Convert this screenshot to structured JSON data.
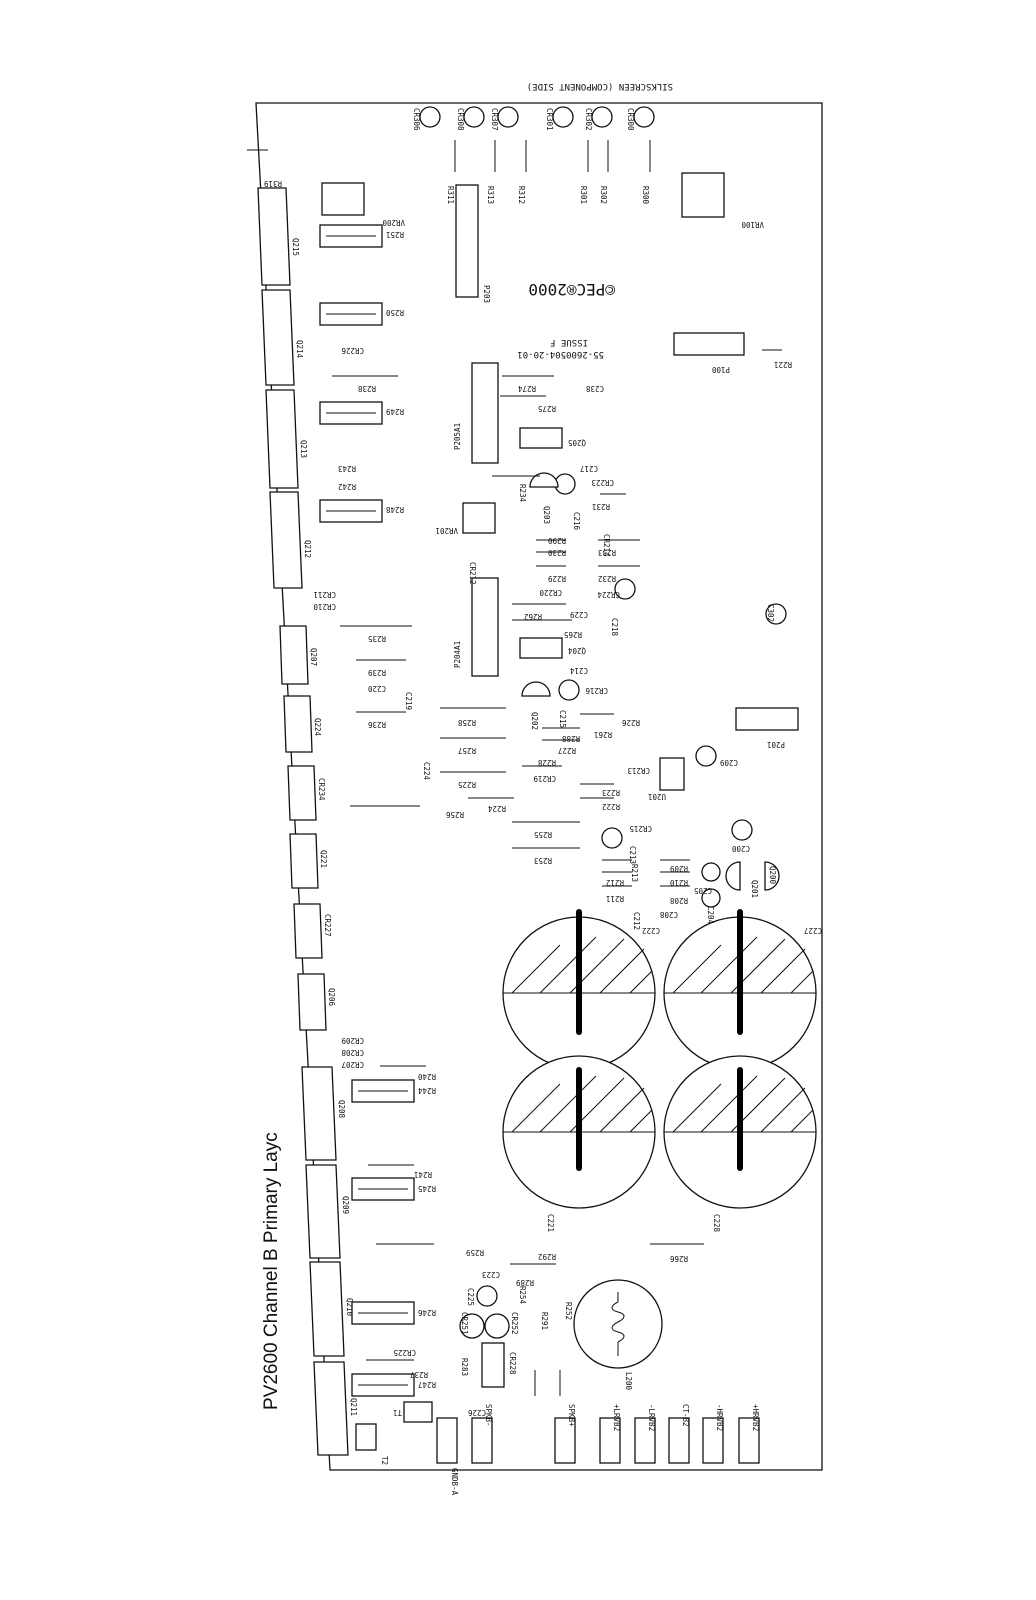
{
  "title": "PV2600 Channel B Primary Layc",
  "silkscreen_header": "SILKSCREEN (COMPONENT SIDE)",
  "copyright": "©PEC®2000",
  "part_number": "55-2600504-20-01",
  "issue": "ISSUE F",
  "connectors": {
    "bottom": [
      "GNDB-A",
      "SPKB-",
      "SPKB+",
      "+LRVB2",
      "-LRVB2",
      "CT-B2",
      "-HRVB2",
      "+HRVB2"
    ],
    "headers": [
      "P100",
      "P201",
      "P203",
      "P204A1",
      "P205A1"
    ]
  },
  "transistors_left": [
    "Q215",
    "Q214",
    "Q213",
    "Q212",
    "Q207",
    "Q224",
    "CR234",
    "Q221",
    "CR227",
    "Q206",
    "Q208",
    "Q209",
    "Q210",
    "Q211"
  ],
  "top_leds": [
    "CR306",
    "CR308",
    "CR307",
    "CR301",
    "CR302",
    "CR300"
  ],
  "top_resistors": [
    "R311",
    "R313",
    "R312",
    "R301",
    "R302",
    "R300"
  ],
  "big_caps": [
    "C222",
    "C227",
    "C221",
    "C228"
  ],
  "trimpots": [
    "VR100",
    "VR200",
    "VR201"
  ],
  "power_resistors": [
    "R251",
    "R250",
    "R249",
    "R248",
    "R244",
    "R245",
    "R246",
    "R247"
  ],
  "misc_labels": [
    "R319",
    "CR226",
    "R238",
    "R243",
    "R242",
    "CR211",
    "CR210",
    "R235",
    "R239",
    "C220",
    "C219",
    "R236",
    "R258",
    "R257",
    "C224",
    "R225",
    "R256",
    "R224",
    "R253",
    "R255",
    "CR209",
    "CR208",
    "CR207",
    "R240",
    "R241",
    "R259",
    "C223",
    "C225",
    "CR251",
    "CR252",
    "R234",
    "R291",
    "R252",
    "R289",
    "R292",
    "R266",
    "L200",
    "CR225",
    "R237",
    "R283",
    "CR228",
    "C226",
    "T1",
    "T2",
    "R274",
    "R275",
    "C238",
    "Q205",
    "C217",
    "CR223",
    "R231",
    "C216",
    "Q203",
    "R234",
    "CR212",
    "R230",
    "R290",
    "CR214",
    "R229",
    "R233",
    "CR220",
    "R232",
    "CR224",
    "C229",
    "R262",
    "C218",
    "R265",
    "Q204",
    "C214",
    "CR216",
    "C215",
    "Q202",
    "R226",
    "R261",
    "R288",
    "R227",
    "R228",
    "CR219",
    "CR213",
    "R223",
    "R222",
    "U201",
    "C209",
    "CR215",
    "C213",
    "C200",
    "R213",
    "R209",
    "R212",
    "R210",
    "C205",
    "Q201",
    "Q200",
    "R211",
    "R208",
    "C212",
    "C208",
    "C204",
    "R221",
    "C302"
  ]
}
